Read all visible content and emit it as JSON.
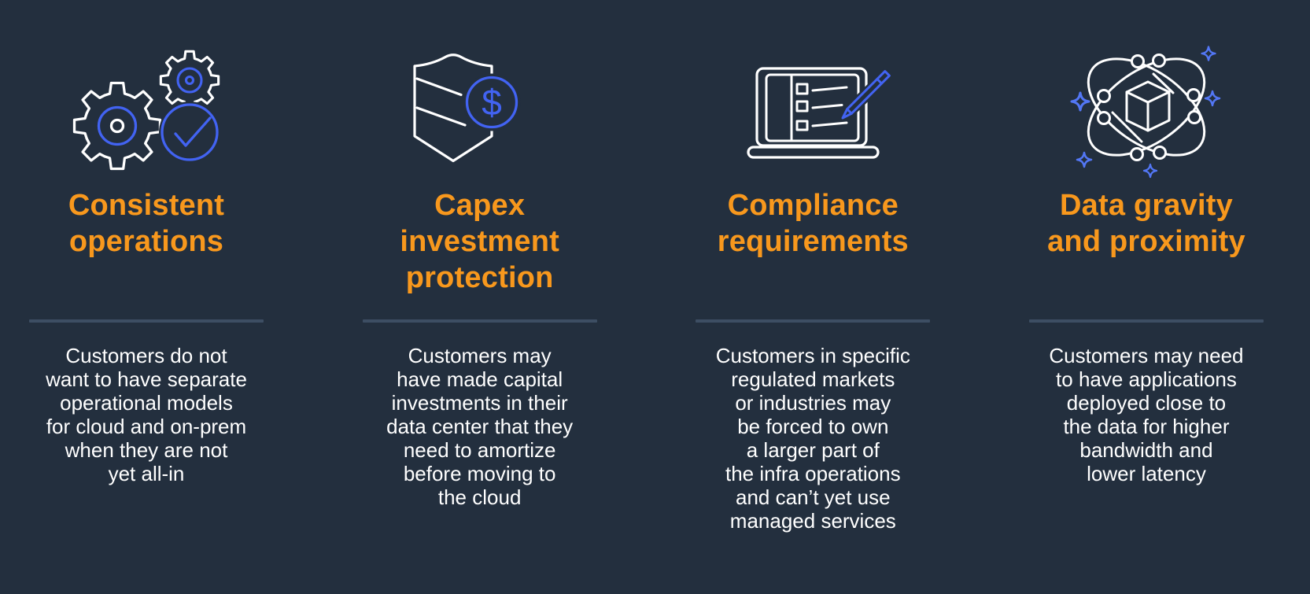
{
  "page": {
    "background_color": "#232F3E",
    "heading_color": "#F8981D",
    "body_text_color": "#FFFFFF",
    "divider_color": "#3D4E63",
    "icon_line_color": "#FFFFFF",
    "icon_accent_blue": "#4263F2"
  },
  "columns": [
    {
      "icon": "gears-check-icon",
      "title": "Consistent\noperations",
      "body": "Customers do not\nwant to have separate\noperational models\nfor cloud and on-prem\nwhen they are not\nyet all-in"
    },
    {
      "icon": "shield-dollar-icon",
      "title": "Capex investment\nprotection",
      "body": "Customers may\nhave made capital\ninvestments in their\ndata center that they\nneed to amortize\nbefore moving to\nthe cloud"
    },
    {
      "icon": "laptop-checklist-icon",
      "title": "Compliance\nrequirements",
      "body": "Customers in specific\nregulated markets\nor industries may\nbe forced to own\na larger part of\nthe infra operations\nand can’t yet use\nmanaged services"
    },
    {
      "icon": "orbit-cube-icon",
      "title": "Data gravity\nand proximity",
      "body": "Customers may need\nto have applications\ndeployed close to\nthe data for higher\nbandwidth and\nlower latency"
    }
  ]
}
